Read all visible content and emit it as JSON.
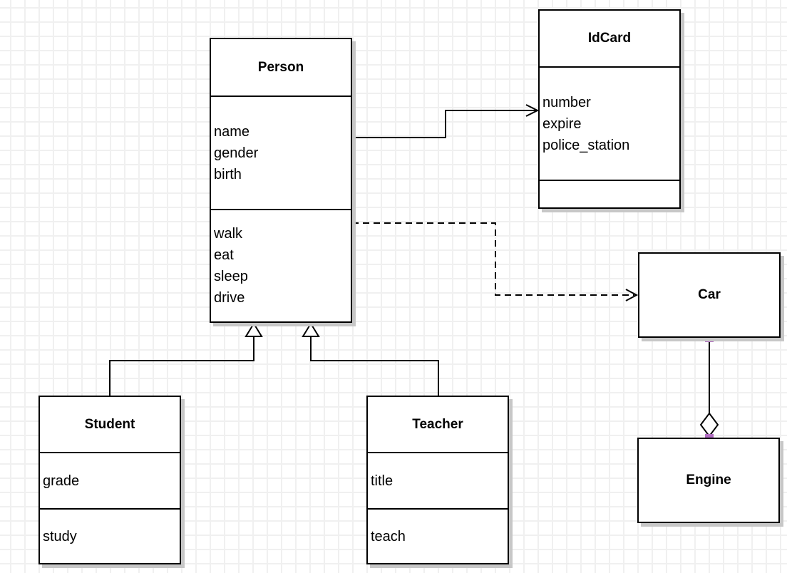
{
  "diagram": {
    "classes": {
      "person": {
        "title": "Person",
        "attributes": [
          "name",
          "gender",
          "birth"
        ],
        "methods": [
          "walk",
          "eat",
          "sleep",
          "drive"
        ]
      },
      "idcard": {
        "title": "IdCard",
        "attributes": [
          "number",
          "expire",
          "police_station"
        ],
        "methods": []
      },
      "car": {
        "title": "Car"
      },
      "engine": {
        "title": "Engine"
      },
      "student": {
        "title": "Student",
        "attributes": [
          "grade"
        ],
        "methods": [
          "study"
        ]
      },
      "teacher": {
        "title": "Teacher",
        "attributes": [
          "title"
        ],
        "methods": [
          "teach"
        ]
      }
    },
    "relationships": [
      {
        "from": "Person",
        "to": "IdCard",
        "type": "association",
        "line": "solid",
        "arrow": "open"
      },
      {
        "from": "Person",
        "to": "Car",
        "type": "dependency",
        "line": "dashed",
        "arrow": "open"
      },
      {
        "from": "Student",
        "to": "Person",
        "type": "generalization",
        "line": "solid",
        "arrow": "hollow-triangle"
      },
      {
        "from": "Teacher",
        "to": "Person",
        "type": "generalization",
        "line": "solid",
        "arrow": "hollow-triangle"
      },
      {
        "from": "Car",
        "to": "Engine",
        "type": "aggregation",
        "line": "solid",
        "arrow": "hollow-diamond"
      }
    ],
    "colors": {
      "connection_handle": "#b06cc0",
      "line": "#000000",
      "box_fill": "#ffffff",
      "grid_line": "#f0f0f0",
      "shadow": "#c7c7c7"
    }
  }
}
